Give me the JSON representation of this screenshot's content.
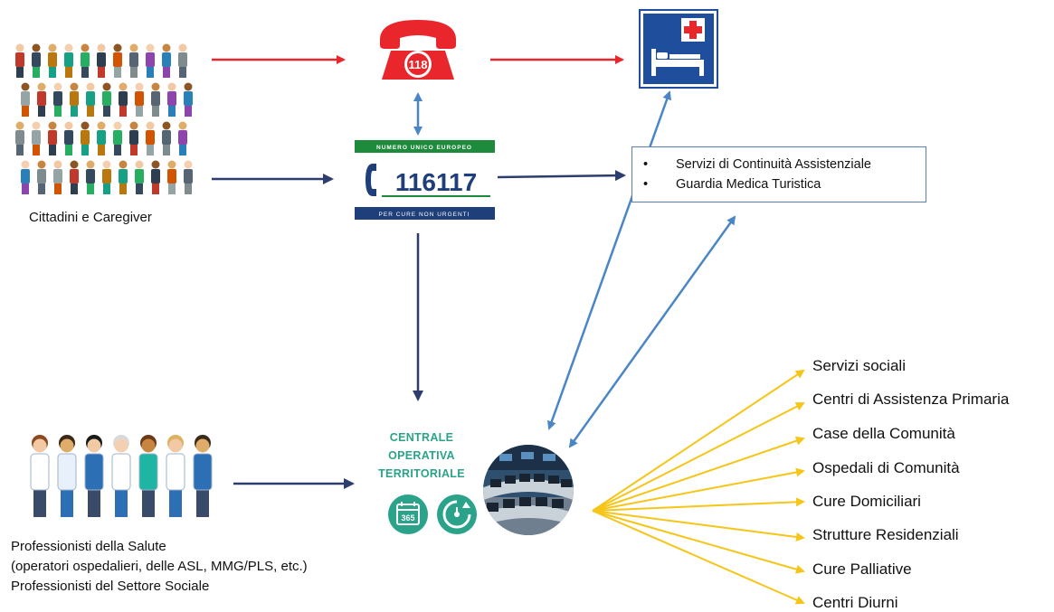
{
  "citizens": {
    "caption": "Cittadini e Caregiver"
  },
  "professionals": {
    "line1": "Professionisti della Salute",
    "line2": "(operatori ospedalieri, delle ASL, MMG/PLS, etc.)",
    "line3": "Professionisti del Settore Sociale"
  },
  "emergency_phone": {
    "number": "118"
  },
  "number_116117": {
    "top_label": "NUMERO UNICO EUROPEO",
    "number": "116117",
    "bottom_label": "PER CURE NON URGENTI"
  },
  "services_box": {
    "items": [
      "Servizi di Continuità Assistenziale",
      "Guardia Medica Turistica"
    ]
  },
  "cot": {
    "line1": "CENTRALE",
    "line2": "OPERATIVA",
    "line3": "TERRITORIALE",
    "calendar_text": "365"
  },
  "destinations": [
    "Servizi sociali",
    "Centri di Assistenza Primaria",
    "Case della Comunità",
    "Ospedali di Comunità",
    "Cure Domiciliari",
    "Strutture Residenziali",
    "Cure Palliative",
    "Centri Diurni"
  ],
  "colors": {
    "red_arrow": "#e8262b",
    "navy_arrow": "#2d3e6e",
    "light_blue_arrow": "#4a86c5",
    "yellow_arrow": "#f5c518",
    "hospital_sign": "#1f4e9c",
    "cot_green": "#2aa38a"
  }
}
